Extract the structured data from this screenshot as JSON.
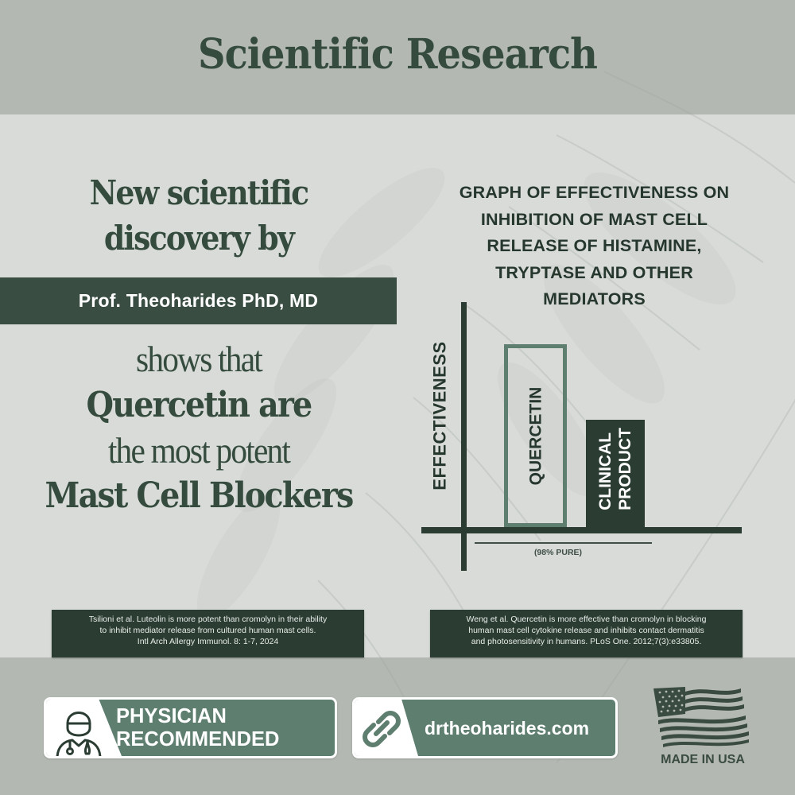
{
  "header": {
    "title": "Scientific Research"
  },
  "headline": {
    "line1": "New scientific",
    "line2": "discovery by",
    "author": "Prof. Theoharides PhD, MD",
    "line3": "shows that",
    "line4": "Quercetin are",
    "line5": "the most potent",
    "line6": "Mast Cell Blockers"
  },
  "chart_data": {
    "type": "bar",
    "title": "GRAPH OF EFFECTIVENESS ON INHIBITION OF MAST CELL RELEASE OF HISTAMINE, TRYPTASE AND OTHER MEDIATORS",
    "title_lines": [
      "GRAPH OF EFFECTIVENESS ON",
      "INHIBITION OF MAST CELL",
      "RELEASE OF HISTAMINE,",
      "TRYPTASE AND OTHER",
      "MEDIATORS"
    ],
    "xlabel": "",
    "ylabel": "EFFECTIVENESS",
    "categories": [
      "QUERCETIN",
      "CLINICAL PRODUCT"
    ],
    "values": [
      100,
      59
    ],
    "units": "relative effectiveness (unlabeled axis, estimated from bar heights)",
    "annotations": [
      "(98% PURE)"
    ],
    "bar_styles": [
      "outline",
      "solid"
    ],
    "grid": false,
    "legend": null
  },
  "chart": {
    "ylabel": "EFFECTIVENESS",
    "bar1_label": "QUERCETIN",
    "bar2_label_line1": "CLINICAL",
    "bar2_label_line2": "PRODUCT",
    "annotation": "(98% PURE)"
  },
  "references": [
    {
      "line1": "Tsilioni et al. Luteolin is more potent than cromolyn in their ability",
      "line2": "to inhibit mediator release from cultured human mast cells.",
      "line3": "Intl Arch Allergy Immunol. 8: 1-7, 2024"
    },
    {
      "line1": "Weng et al. Quercetin is more effective than cromolyn in blocking",
      "line2": "human mast cell cytokine release and inhibits contact dermatitis",
      "line3": "and photosensitivity in humans. PLoS One. 2012;7(3):e33805."
    }
  ],
  "footer": {
    "physician_line1": "PHYSICIAN",
    "physician_line2": "RECOMMENDED",
    "website": "drtheoharides.com",
    "made_in": "MADE IN USA"
  },
  "colors": {
    "dark_green": "#2b3d33",
    "author_bar": "#394d42",
    "sage": "#5e7e70",
    "band_gray": "#b3b8b2",
    "panel_light": "#d8dbd8"
  }
}
